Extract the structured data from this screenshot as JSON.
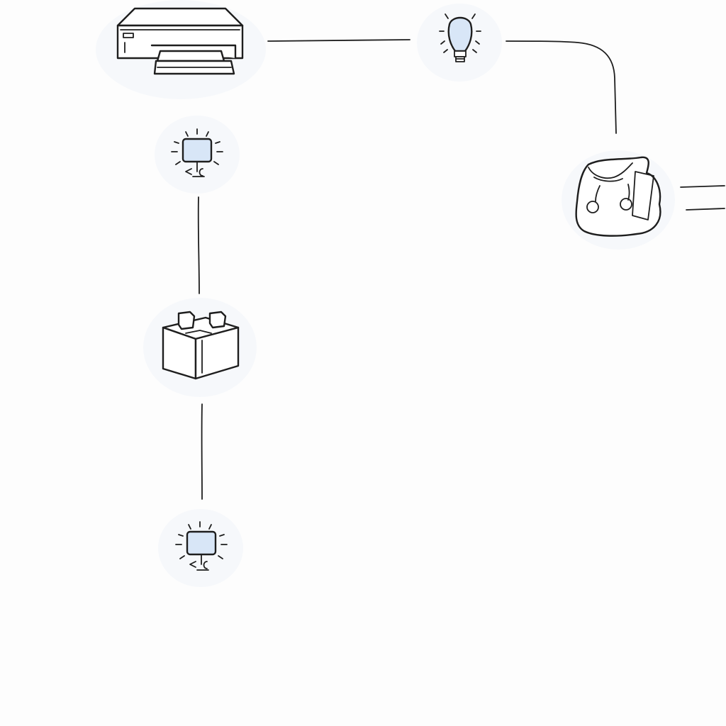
{
  "diagram": {
    "nodes": [
      {
        "id": "printer",
        "icon": "printer-icon"
      },
      {
        "id": "lightbulb",
        "icon": "lightbulb-icon"
      },
      {
        "id": "monitor-top",
        "icon": "monitor-icon"
      },
      {
        "id": "box",
        "icon": "box-icon"
      },
      {
        "id": "monitor-bottom",
        "icon": "monitor-icon"
      },
      {
        "id": "bag",
        "icon": "bag-icon"
      }
    ],
    "connections": [
      {
        "from": "printer",
        "to": "lightbulb"
      },
      {
        "from": "lightbulb",
        "to": "bag"
      },
      {
        "from": "monitor-top",
        "to": "box"
      },
      {
        "from": "box",
        "to": "monitor-bottom"
      }
    ],
    "colors": {
      "ink": "#1e1e1e",
      "accent_fill": "#d8e6f7",
      "background": "#fdfdfd"
    }
  }
}
